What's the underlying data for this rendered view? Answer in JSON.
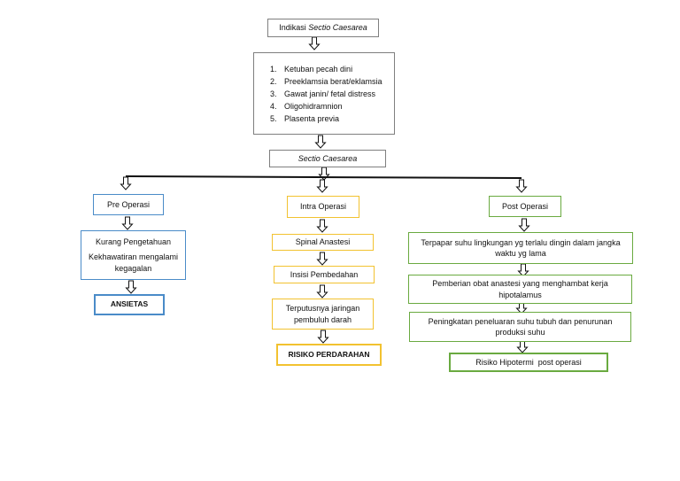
{
  "title_box": {
    "prefix": "Indikasi ",
    "italic": "Sectio Caesarea"
  },
  "indications": [
    "Ketuban pecah dini",
    "Preeklamsia berat/eklamsia",
    "Gawat janin/ fetal distress",
    "Oligohidramnion",
    "Plasenta previa"
  ],
  "center_box": "Sectio Caesarea",
  "pre": {
    "header": "Pre Operasi",
    "problem_line1": "Kurang Pengetahuan",
    "problem_line2": "Kekhawatiran mengalami kegagalan",
    "outcome": "ANSIETAS"
  },
  "intra": {
    "header": "Intra Operasi",
    "step1": "Spinal Anastesi",
    "step2": "Insisi Pembedahan",
    "step3": "Terputusnya jaringan pembuluh darah",
    "outcome": "RISIKO PERDARAHAN"
  },
  "post": {
    "header": "Post Operasi",
    "step1": "Terpapar suhu lingkungan yg terlalu dingin dalam jangka waktu yg lama",
    "step2": "Pemberian obat anastesi yang menghambat kerja hipotalamus",
    "step3": "Peningkatan peneluaran suhu tubuh dan penurunan produksi suhu",
    "outcome": "Risiko Hipotermi  post operasi"
  },
  "colors": {
    "pre": "#4a8bc8",
    "intra": "#f2c230",
    "post": "#6aaa40",
    "neutral": "#7f7f7f"
  }
}
